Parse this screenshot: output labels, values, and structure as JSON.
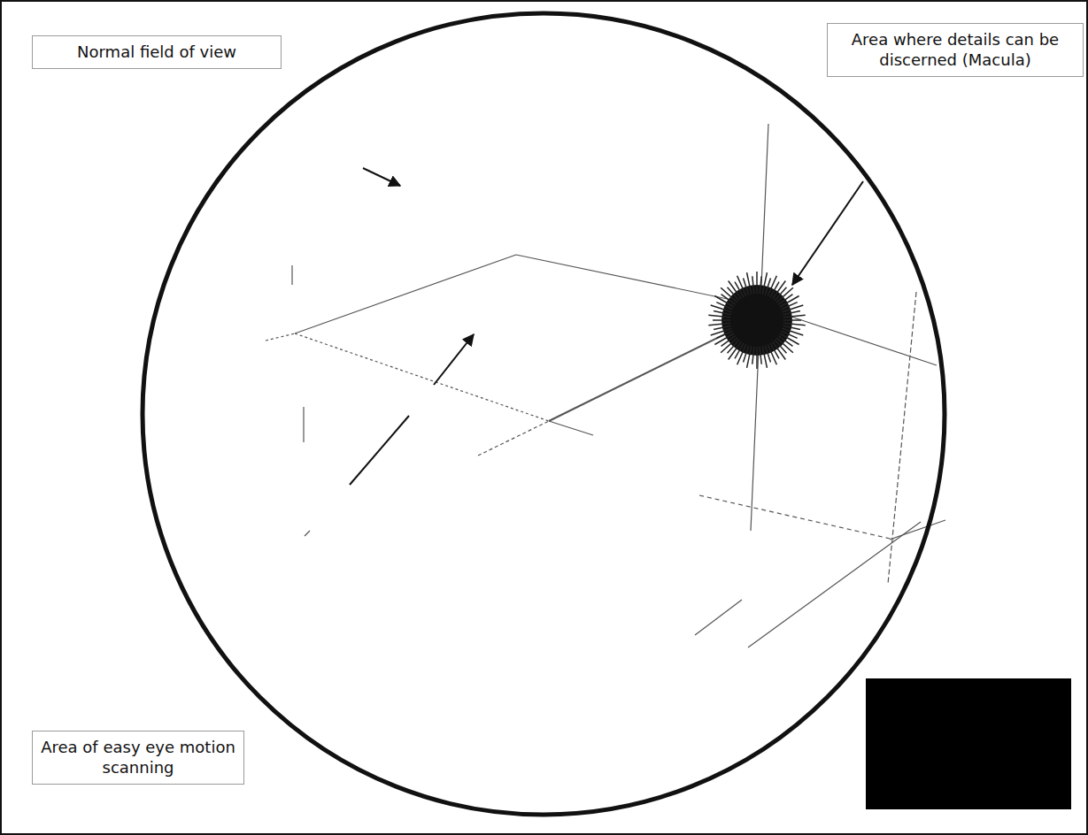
{
  "diagram": {
    "nodes": [
      {
        "text": [
          "Normal field of view"
        ]
      },
      {
        "text": [
          "Area where details can be discerned (Macula)"
        ]
      },
      {
        "text": [
          "Area of easy eye motion scanning"
        ]
      }
    ]
  }
}
